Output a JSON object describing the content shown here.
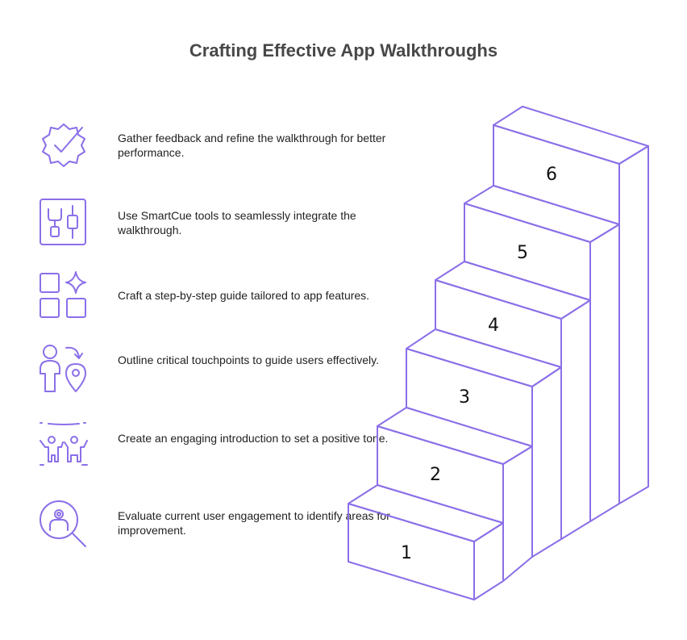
{
  "title": "Crafting Effective App Walkthroughs",
  "accent_color": "#8b6fe8",
  "steps": [
    {
      "number": "6",
      "icon": "badge-check-icon",
      "text": "Gather feedback and refine the walkthrough for better performance."
    },
    {
      "number": "5",
      "icon": "tools-toggle-icon",
      "text": "Use SmartCue tools to seamlessly integrate the walkthrough."
    },
    {
      "number": "4",
      "icon": "grid-sparkle-icon",
      "text": "Craft a step-by-step guide tailored to app features."
    },
    {
      "number": "3",
      "icon": "user-location-icon",
      "text": "Outline critical touchpoints to guide users effectively."
    },
    {
      "number": "2",
      "icon": "people-welcome-icon",
      "text": "Create an engaging introduction to set a positive tone."
    },
    {
      "number": "1",
      "icon": "search-user-icon",
      "text": "Evaluate current user engagement to identify areas for improvement."
    }
  ]
}
